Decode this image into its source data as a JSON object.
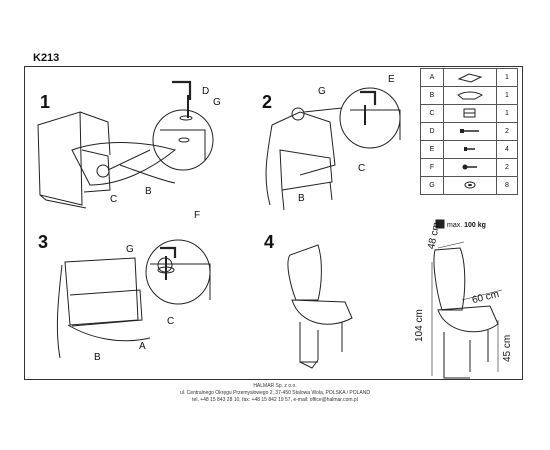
{
  "model": "K213",
  "steps": [
    "1",
    "2",
    "3",
    "4"
  ],
  "labels": {
    "s1": {
      "d": "D",
      "g": "G",
      "b": "B",
      "c": "C"
    },
    "s2": {
      "g": "G",
      "e": "E",
      "c": "C",
      "b": "B"
    },
    "s3": {
      "f": "F",
      "g": "G",
      "c": "C",
      "a": "A",
      "b": "B"
    }
  },
  "parts": [
    {
      "key": "A",
      "qty": "1",
      "icon": "seat-icon"
    },
    {
      "key": "B",
      "qty": "1",
      "icon": "backrest-icon"
    },
    {
      "key": "C",
      "qty": "1",
      "icon": "frame-icon"
    },
    {
      "key": "D",
      "qty": "2",
      "icon": "bolt-long-icon"
    },
    {
      "key": "E",
      "qty": "4",
      "icon": "bolt-short-icon"
    },
    {
      "key": "F",
      "qty": "2",
      "icon": "bolt-round-icon"
    },
    {
      "key": "G",
      "qty": "8",
      "icon": "washer-icon"
    }
  ],
  "weight": {
    "prefix": "max.",
    "value": "100 kg"
  },
  "dimensions": {
    "depth": "48 cm",
    "width": "60 cm",
    "height": "104 cm",
    "seat_height": "45 cm"
  },
  "footer": {
    "line1": "HALMAR Sp. z o.o.",
    "line2": "ul. Centralnego Okręgu Przemysłowego 2, 37-450 Stalowa Wola, POLSKA / POLAND",
    "line3": "tel. +48 15 843 28 10, fax: +48 15 842 19 57, e-mail: office@halmar.com.pl"
  }
}
